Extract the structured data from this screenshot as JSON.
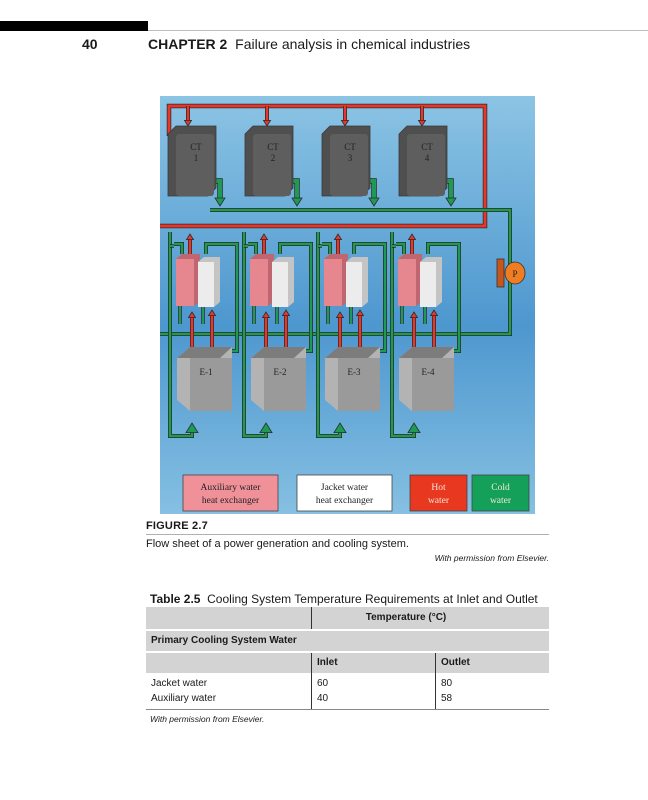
{
  "header": {
    "page_number": "40",
    "chapter_label": "CHAPTER 2",
    "chapter_title": "Failure analysis in chemical industries"
  },
  "figure": {
    "label": "FIGURE 2.7",
    "caption": "Flow sheet of a power generation and cooling system.",
    "credit": "With permission from Elsevier.",
    "colors": {
      "background": "#6aaad6",
      "hot_pipe": "#e8372a",
      "cold_pipe": "#1f9a55",
      "auxiliary_hx": "#e6868e",
      "jacket_hx": "#ececec",
      "tower": "#5e5e5e",
      "engine": "#9a9a9a",
      "pump": "#f07d22"
    },
    "cooling_towers": [
      {
        "label_line1": "CT",
        "label_line2": "1"
      },
      {
        "label_line1": "CT",
        "label_line2": "2"
      },
      {
        "label_line1": "CT",
        "label_line2": "3"
      },
      {
        "label_line1": "CT",
        "label_line2": "4"
      }
    ],
    "engines": [
      "E-1",
      "E-2",
      "E-3",
      "E-4"
    ],
    "pump_label": "P",
    "legend": [
      {
        "line1": "Auxiliary water",
        "line2": "heat exchanger",
        "color": "#f0919a"
      },
      {
        "line1": "Jacket water",
        "line2": "heat exchanger",
        "color": "#ffffff"
      },
      {
        "line1": "Hot",
        "line2": "water",
        "color": "#e8381f"
      },
      {
        "line1": "Cold",
        "line2": "water",
        "color": "#14a058"
      }
    ]
  },
  "table": {
    "title_label": "Table 2.5",
    "title_text": "Cooling System Temperature Requirements at Inlet and Outlet",
    "header_temperature": "Temperature (°C)",
    "section_header": "Primary Cooling System Water",
    "col_inlet": "Inlet",
    "col_outlet": "Outlet",
    "rows": [
      {
        "name": "Jacket water",
        "inlet": "60",
        "outlet": "80"
      },
      {
        "name": "Auxiliary water",
        "inlet": "40",
        "outlet": "58"
      }
    ],
    "credit": "With permission from Elsevier."
  }
}
